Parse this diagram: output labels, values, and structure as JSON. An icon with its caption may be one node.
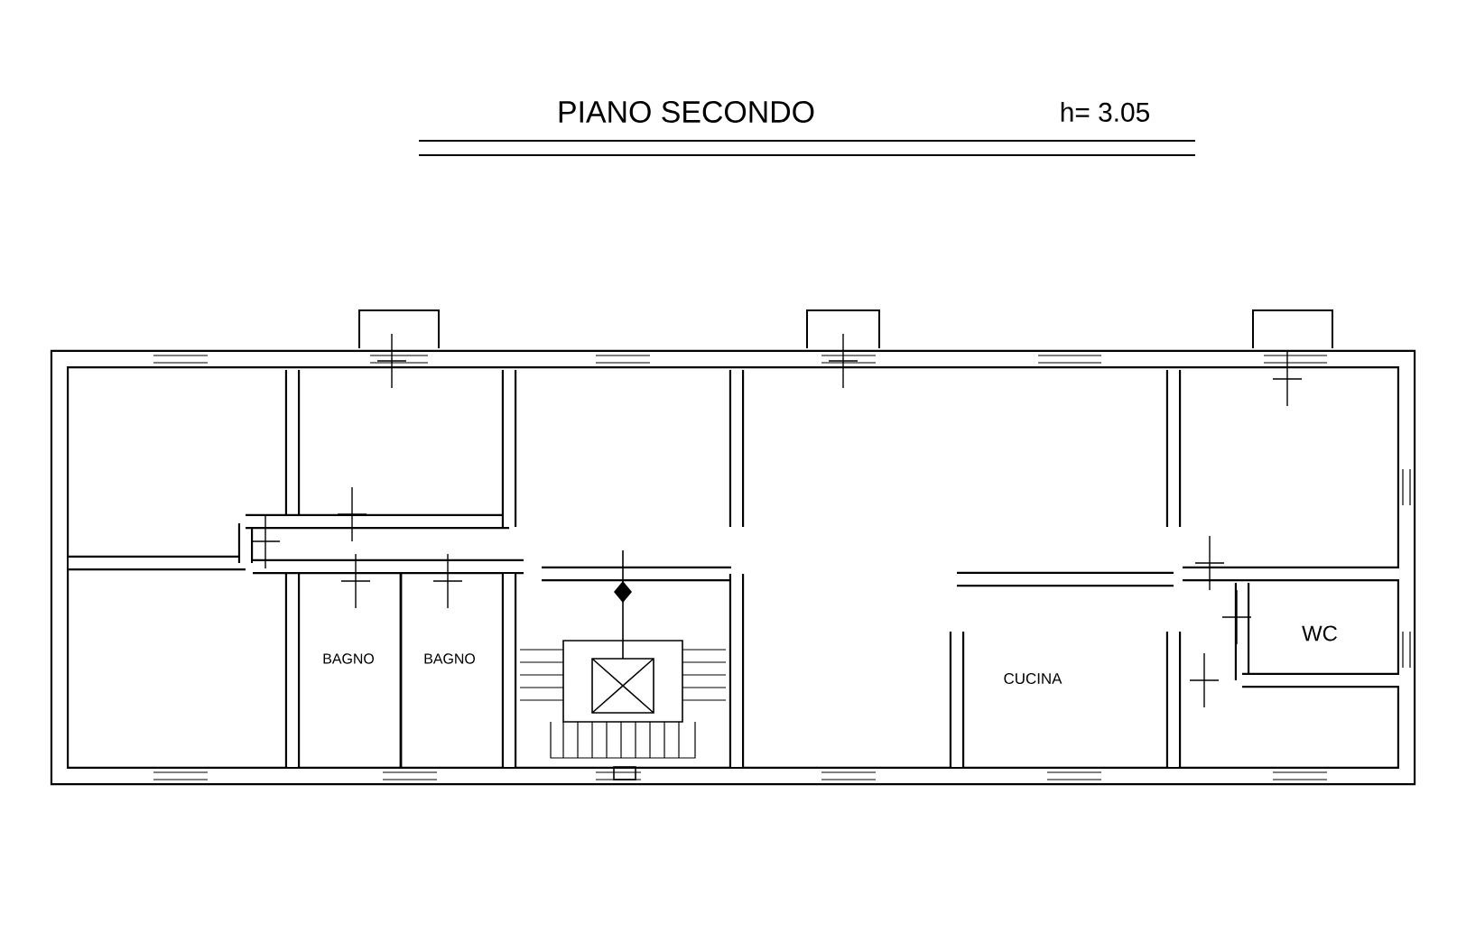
{
  "diagram": {
    "title": "PIANO SECONDO",
    "labels": [
      "h= 3.05",
      "BAGNO",
      "BAGNO",
      "CUCINA",
      "WC"
    ]
  }
}
